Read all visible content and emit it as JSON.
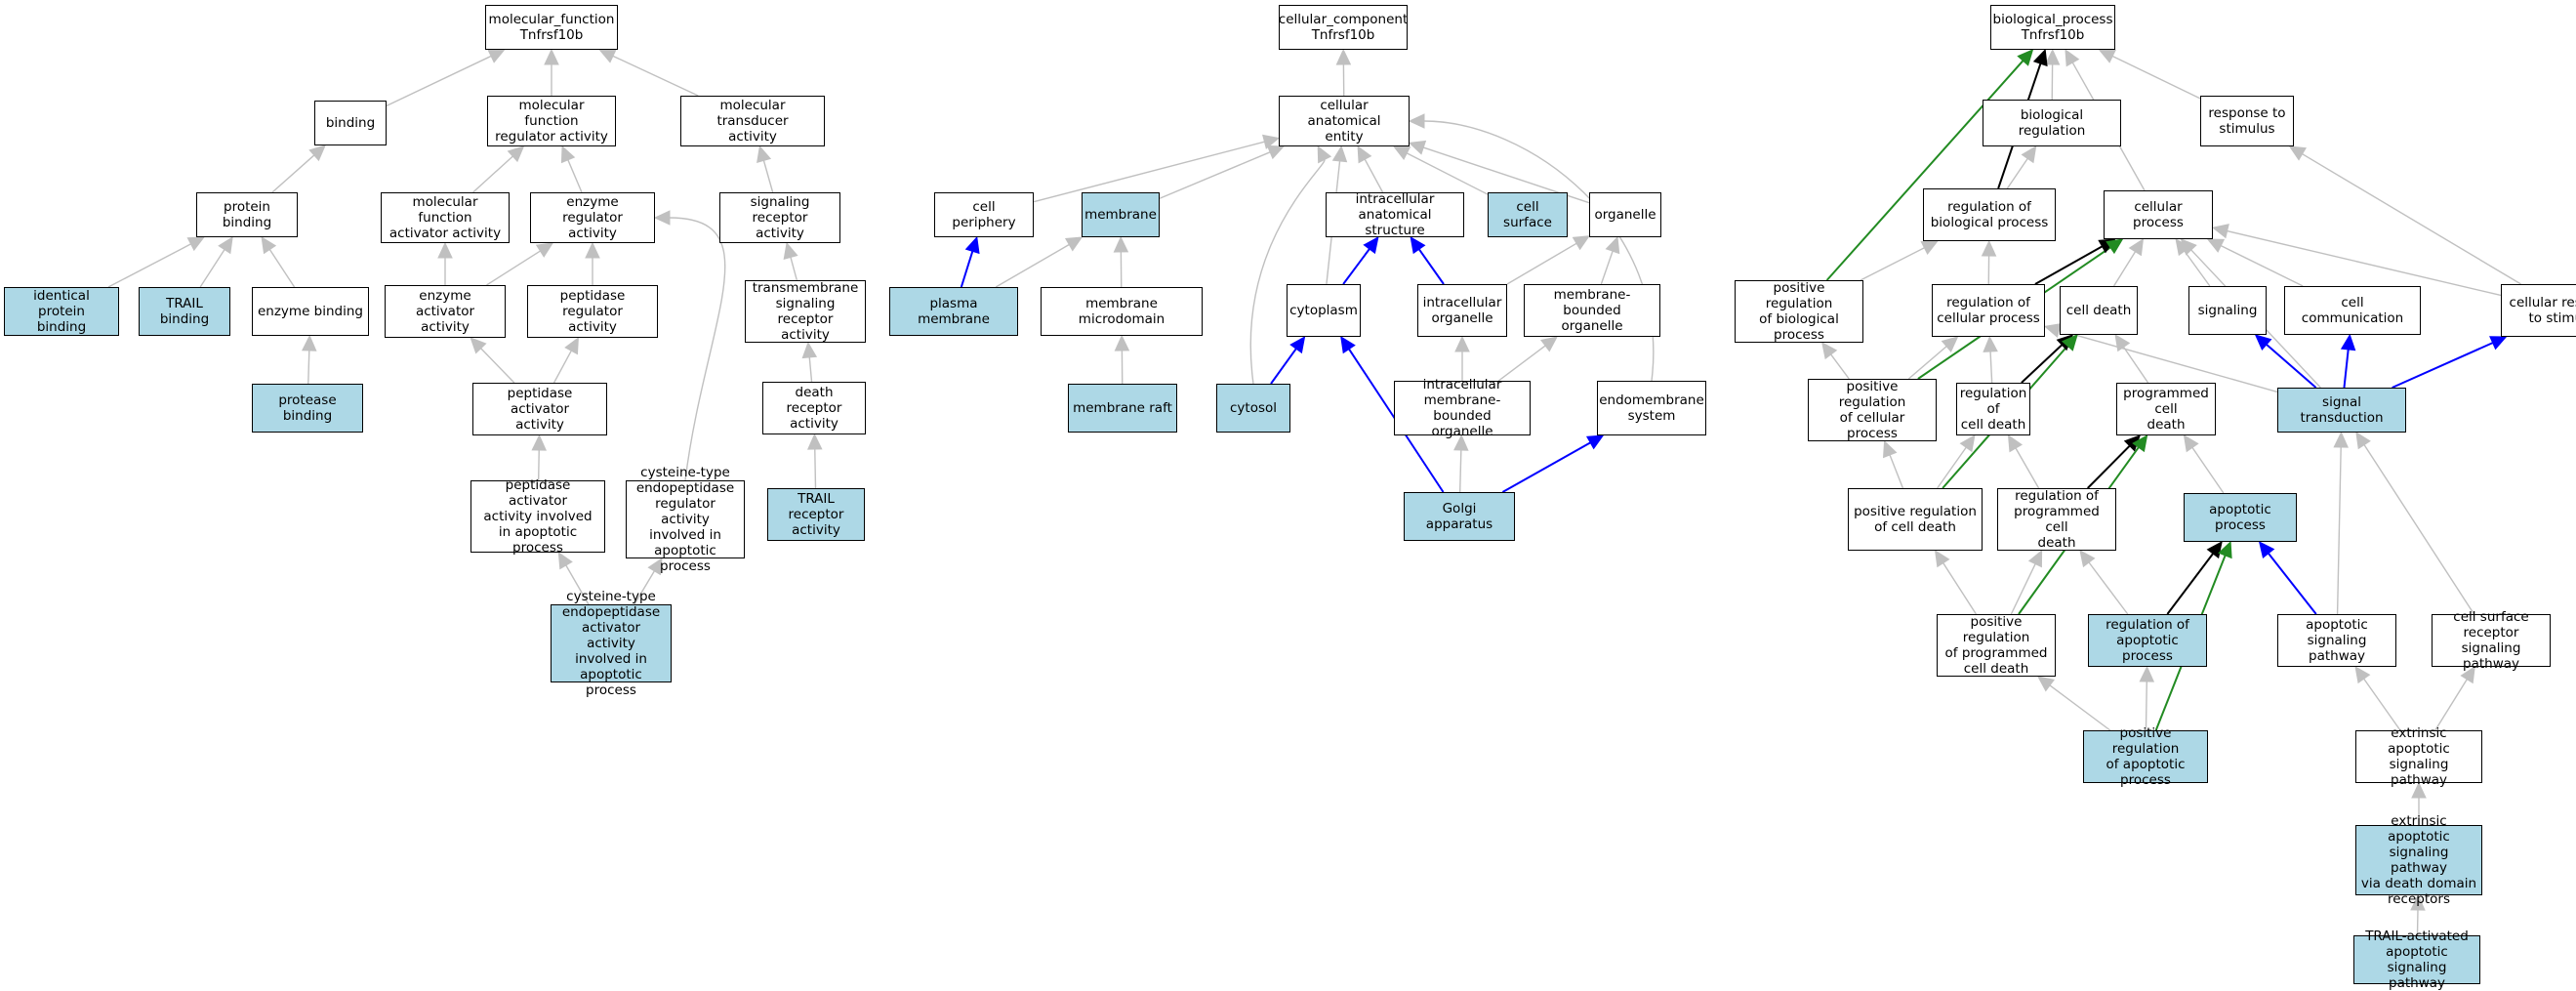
{
  "colors": {
    "highlight_fill": "#add8e6",
    "default_fill": "#ffffff",
    "edge_gray": "#c0c0c0",
    "edge_black": "#000000",
    "edge_blue": "#0000ff",
    "edge_green": "#228b22"
  },
  "nodes": [
    {
      "id": "mf_root",
      "label": "molecular_function\nTnfrsf10b",
      "highlighted": false
    },
    {
      "id": "binding",
      "label": "binding",
      "highlighted": false
    },
    {
      "id": "mf_reg",
      "label": "molecular function\nregulator activity",
      "highlighted": false
    },
    {
      "id": "mol_trans",
      "label": "molecular transducer\nactivity",
      "highlighted": false
    },
    {
      "id": "protein_binding",
      "label": "protein binding",
      "highlighted": false
    },
    {
      "id": "mf_act",
      "label": "molecular function\nactivator activity",
      "highlighted": false
    },
    {
      "id": "enz_reg",
      "label": "enzyme regulator\nactivity",
      "highlighted": false
    },
    {
      "id": "sig_rec",
      "label": "signaling receptor\nactivity",
      "highlighted": false
    },
    {
      "id": "ident_prot",
      "label": "identical protein\nbinding",
      "highlighted": true
    },
    {
      "id": "trail_binding",
      "label": "TRAIL binding",
      "highlighted": true
    },
    {
      "id": "enzyme_binding",
      "label": "enzyme binding",
      "highlighted": false
    },
    {
      "id": "enz_act",
      "label": "enzyme activator\nactivity",
      "highlighted": false
    },
    {
      "id": "pep_reg",
      "label": "peptidase regulator\nactivity",
      "highlighted": false
    },
    {
      "id": "tm_sig_rec",
      "label": "transmembrane\nsignaling receptor\nactivity",
      "highlighted": false
    },
    {
      "id": "protease_binding",
      "label": "protease binding",
      "highlighted": true
    },
    {
      "id": "pep_act",
      "label": "peptidase activator\nactivity",
      "highlighted": false
    },
    {
      "id": "death_rec",
      "label": "death receptor\nactivity",
      "highlighted": false
    },
    {
      "id": "pep_act_apop",
      "label": "peptidase activator\nactivity involved\nin apoptotic\nprocess",
      "highlighted": false
    },
    {
      "id": "cys_reg_apop",
      "label": "cysteine-type\nendopeptidase\nregulator activity\ninvolved in\napoptotic process",
      "highlighted": false
    },
    {
      "id": "trail_rec",
      "label": "TRAIL receptor\nactivity",
      "highlighted": true
    },
    {
      "id": "cys_act_apop",
      "label": "cysteine-type\nendopeptidase\nactivator activity\ninvolved in\napoptotic process",
      "highlighted": true
    },
    {
      "id": "cc_root",
      "label": "cellular_component\nTnfrsf10b",
      "highlighted": false
    },
    {
      "id": "cell_anat",
      "label": "cellular anatomical\nentity",
      "highlighted": false
    },
    {
      "id": "cell_periphery",
      "label": "cell periphery",
      "highlighted": false
    },
    {
      "id": "membrane",
      "label": "membrane",
      "highlighted": true
    },
    {
      "id": "intracell_anat",
      "label": "intracellular\nanatomical structure",
      "highlighted": false
    },
    {
      "id": "cell_surface",
      "label": "cell surface",
      "highlighted": true
    },
    {
      "id": "organelle",
      "label": "organelle",
      "highlighted": false
    },
    {
      "id": "plasma_membrane",
      "label": "plasma membrane",
      "highlighted": true
    },
    {
      "id": "membrane_micro",
      "label": "membrane microdomain",
      "highlighted": false
    },
    {
      "id": "cytoplasm",
      "label": "cytoplasm",
      "highlighted": false
    },
    {
      "id": "intracell_org",
      "label": "intracellular\norganelle",
      "highlighted": false
    },
    {
      "id": "mem_bound_org",
      "label": "membrane-bounded\norganelle",
      "highlighted": false
    },
    {
      "id": "membrane_raft",
      "label": "membrane raft",
      "highlighted": true
    },
    {
      "id": "cytosol",
      "label": "cytosol",
      "highlighted": true
    },
    {
      "id": "intracell_mem_org",
      "label": "intracellular\nmembrane-bounded\norganelle",
      "highlighted": false
    },
    {
      "id": "endomembrane",
      "label": "endomembrane\nsystem",
      "highlighted": false
    },
    {
      "id": "golgi",
      "label": "Golgi apparatus",
      "highlighted": true
    },
    {
      "id": "bp_root",
      "label": "biological_process\nTnfrsf10b",
      "highlighted": false
    },
    {
      "id": "bio_reg",
      "label": "biological regulation",
      "highlighted": false
    },
    {
      "id": "resp_stim",
      "label": "response to\nstimulus",
      "highlighted": false
    },
    {
      "id": "reg_bio_proc",
      "label": "regulation of\nbiological process",
      "highlighted": false
    },
    {
      "id": "cell_proc",
      "label": "cellular process",
      "highlighted": false
    },
    {
      "id": "pos_reg_bio",
      "label": "positive regulation\nof biological\nprocess",
      "highlighted": false
    },
    {
      "id": "reg_cell_proc",
      "label": "regulation of\ncellular process",
      "highlighted": false
    },
    {
      "id": "cell_death",
      "label": "cell death",
      "highlighted": false
    },
    {
      "id": "signaling",
      "label": "signaling",
      "highlighted": false
    },
    {
      "id": "cell_comm",
      "label": "cell communication",
      "highlighted": false
    },
    {
      "id": "cell_resp",
      "label": "cellular response\nto stimulus",
      "highlighted": false
    },
    {
      "id": "pos_reg_cell_proc",
      "label": "positive regulation\nof cellular\nprocess",
      "highlighted": false
    },
    {
      "id": "reg_cell_death",
      "label": "regulation of\ncell death",
      "highlighted": false
    },
    {
      "id": "prog_cell_death",
      "label": "programmed cell\ndeath",
      "highlighted": false
    },
    {
      "id": "sig_trans",
      "label": "signal transduction",
      "highlighted": true
    },
    {
      "id": "pos_reg_cell_death",
      "label": "positive regulation\nof cell death",
      "highlighted": false
    },
    {
      "id": "reg_prog_cell_death",
      "label": "regulation of\nprogrammed cell\ndeath",
      "highlighted": false
    },
    {
      "id": "apop_proc",
      "label": "apoptotic process",
      "highlighted": true
    },
    {
      "id": "pos_reg_prog",
      "label": "positive regulation\nof programmed\ncell death",
      "highlighted": false
    },
    {
      "id": "reg_apop",
      "label": "regulation of\napoptotic process",
      "highlighted": true
    },
    {
      "id": "apop_sig",
      "label": "apoptotic signaling\npathway",
      "highlighted": false
    },
    {
      "id": "cell_surf_rec",
      "label": "cell surface\nreceptor signaling\npathway",
      "highlighted": false
    },
    {
      "id": "pos_reg_apop",
      "label": "positive regulation\nof apoptotic\nprocess",
      "highlighted": true
    },
    {
      "id": "ext_apop",
      "label": "extrinsic apoptotic\nsignaling pathway",
      "highlighted": false
    },
    {
      "id": "ext_apop_dd",
      "label": "extrinsic apoptotic\nsignaling pathway\nvia death domain\nreceptors",
      "highlighted": true
    },
    {
      "id": "trail_apop",
      "label": "TRAIL-activated\napoptotic signaling\npathway",
      "highlighted": true
    }
  ],
  "edges": [
    {
      "from": "binding",
      "to": "mf_root",
      "color": "gray"
    },
    {
      "from": "mf_reg",
      "to": "mf_root",
      "color": "gray"
    },
    {
      "from": "mol_trans",
      "to": "mf_root",
      "color": "gray"
    },
    {
      "from": "protein_binding",
      "to": "binding",
      "color": "gray"
    },
    {
      "from": "mf_act",
      "to": "mf_reg",
      "color": "gray"
    },
    {
      "from": "enz_reg",
      "to": "mf_reg",
      "color": "gray"
    },
    {
      "from": "sig_rec",
      "to": "mol_trans",
      "color": "gray"
    },
    {
      "from": "ident_prot",
      "to": "protein_binding",
      "color": "gray"
    },
    {
      "from": "trail_binding",
      "to": "protein_binding",
      "color": "gray"
    },
    {
      "from": "enzyme_binding",
      "to": "protein_binding",
      "color": "gray"
    },
    {
      "from": "enz_act",
      "to": "mf_act",
      "color": "gray"
    },
    {
      "from": "enz_act",
      "to": "enz_reg",
      "color": "gray"
    },
    {
      "from": "pep_reg",
      "to": "enz_reg",
      "color": "gray"
    },
    {
      "from": "cys_reg_apop",
      "to": "enz_reg",
      "color": "gray",
      "curve": true
    },
    {
      "from": "tm_sig_rec",
      "to": "sig_rec",
      "color": "gray"
    },
    {
      "from": "protease_binding",
      "to": "enzyme_binding",
      "color": "gray"
    },
    {
      "from": "pep_act",
      "to": "enz_act",
      "color": "gray"
    },
    {
      "from": "pep_act",
      "to": "pep_reg",
      "color": "gray"
    },
    {
      "from": "death_rec",
      "to": "tm_sig_rec",
      "color": "gray"
    },
    {
      "from": "pep_act_apop",
      "to": "pep_act",
      "color": "gray"
    },
    {
      "from": "trail_rec",
      "to": "death_rec",
      "color": "gray"
    },
    {
      "from": "cys_act_apop",
      "to": "pep_act_apop",
      "color": "gray"
    },
    {
      "from": "cys_act_apop",
      "to": "cys_reg_apop",
      "color": "gray"
    },
    {
      "from": "cell_anat",
      "to": "cc_root",
      "color": "gray"
    },
    {
      "from": "cell_periphery",
      "to": "cell_anat",
      "color": "gray"
    },
    {
      "from": "membrane",
      "to": "cell_anat",
      "color": "gray"
    },
    {
      "from": "intracell_anat",
      "to": "cell_anat",
      "color": "gray"
    },
    {
      "from": "cell_surface",
      "to": "cell_anat",
      "color": "gray"
    },
    {
      "from": "organelle",
      "to": "cell_anat",
      "color": "gray"
    },
    {
      "from": "cytoplasm",
      "to": "cell_anat",
      "color": "gray"
    },
    {
      "from": "cytosol",
      "to": "cell_anat",
      "color": "gray",
      "curve": true
    },
    {
      "from": "endomembrane",
      "to": "cell_anat",
      "color": "gray",
      "curve": true
    },
    {
      "from": "plasma_membrane",
      "to": "cell_periphery",
      "color": "blue"
    },
    {
      "from": "plasma_membrane",
      "to": "membrane",
      "color": "gray"
    },
    {
      "from": "membrane_micro",
      "to": "membrane",
      "color": "gray"
    },
    {
      "from": "cytoplasm",
      "to": "intracell_anat",
      "color": "blue"
    },
    {
      "from": "intracell_org",
      "to": "intracell_anat",
      "color": "blue"
    },
    {
      "from": "intracell_org",
      "to": "organelle",
      "color": "gray"
    },
    {
      "from": "mem_bound_org",
      "to": "organelle",
      "color": "gray"
    },
    {
      "from": "membrane_raft",
      "to": "membrane_micro",
      "color": "gray"
    },
    {
      "from": "cytosol",
      "to": "cytoplasm",
      "color": "blue"
    },
    {
      "from": "intracell_mem_org",
      "to": "intracell_org",
      "color": "gray"
    },
    {
      "from": "intracell_mem_org",
      "to": "mem_bound_org",
      "color": "gray"
    },
    {
      "from": "golgi",
      "to": "intracell_mem_org",
      "color": "gray"
    },
    {
      "from": "golgi",
      "to": "cytoplasm",
      "color": "blue"
    },
    {
      "from": "golgi",
      "to": "endomembrane",
      "color": "blue"
    },
    {
      "from": "bio_reg",
      "to": "bp_root",
      "color": "gray"
    },
    {
      "from": "resp_stim",
      "to": "bp_root",
      "color": "gray"
    },
    {
      "from": "cell_proc",
      "to": "bp_root",
      "color": "gray"
    },
    {
      "from": "reg_bio_proc",
      "to": "bp_root",
      "color": "black"
    },
    {
      "from": "pos_reg_bio",
      "to": "bp_root",
      "color": "green"
    },
    {
      "from": "reg_bio_proc",
      "to": "bio_reg",
      "color": "gray"
    },
    {
      "from": "cell_resp",
      "to": "resp_stim",
      "color": "gray"
    },
    {
      "from": "pos_reg_bio",
      "to": "reg_bio_proc",
      "color": "gray"
    },
    {
      "from": "reg_cell_proc",
      "to": "reg_bio_proc",
      "color": "gray"
    },
    {
      "from": "reg_cell_proc",
      "to": "cell_proc",
      "color": "black"
    },
    {
      "from": "cell_death",
      "to": "cell_proc",
      "color": "gray"
    },
    {
      "from": "signaling",
      "to": "cell_proc",
      "color": "gray"
    },
    {
      "from": "cell_comm",
      "to": "cell_proc",
      "color": "gray"
    },
    {
      "from": "cell_resp",
      "to": "cell_proc",
      "color": "gray"
    },
    {
      "from": "sig_trans",
      "to": "cell_proc",
      "color": "gray"
    },
    {
      "from": "pos_reg_cell_proc",
      "to": "cell_proc",
      "color": "green"
    },
    {
      "from": "pos_reg_cell_proc",
      "to": "pos_reg_bio",
      "color": "gray"
    },
    {
      "from": "pos_reg_cell_proc",
      "to": "reg_cell_proc",
      "color": "gray"
    },
    {
      "from": "reg_cell_death",
      "to": "reg_cell_proc",
      "color": "gray"
    },
    {
      "from": "reg_cell_death",
      "to": "cell_death",
      "color": "black"
    },
    {
      "from": "prog_cell_death",
      "to": "cell_death",
      "color": "gray"
    },
    {
      "from": "sig_trans",
      "to": "reg_cell_proc",
      "color": "gray"
    },
    {
      "from": "sig_trans",
      "to": "signaling",
      "color": "blue"
    },
    {
      "from": "sig_trans",
      "to": "cell_comm",
      "color": "blue"
    },
    {
      "from": "sig_trans",
      "to": "cell_resp",
      "color": "blue"
    },
    {
      "from": "pos_reg_cell_death",
      "to": "pos_reg_cell_proc",
      "color": "gray"
    },
    {
      "from": "pos_reg_cell_death",
      "to": "reg_cell_death",
      "color": "gray"
    },
    {
      "from": "pos_reg_cell_death",
      "to": "cell_death",
      "color": "green"
    },
    {
      "from": "reg_prog_cell_death",
      "to": "reg_cell_death",
      "color": "gray"
    },
    {
      "from": "reg_prog_cell_death",
      "to": "prog_cell_death",
      "color": "black"
    },
    {
      "from": "apop_proc",
      "to": "prog_cell_death",
      "color": "gray"
    },
    {
      "from": "pos_reg_prog",
      "to": "pos_reg_cell_death",
      "color": "gray"
    },
    {
      "from": "pos_reg_prog",
      "to": "reg_prog_cell_death",
      "color": "gray"
    },
    {
      "from": "pos_reg_prog",
      "to": "prog_cell_death",
      "color": "green"
    },
    {
      "from": "reg_apop",
      "to": "reg_prog_cell_death",
      "color": "gray"
    },
    {
      "from": "reg_apop",
      "to": "apop_proc",
      "color": "black"
    },
    {
      "from": "apop_sig",
      "to": "apop_proc",
      "color": "blue"
    },
    {
      "from": "apop_sig",
      "to": "sig_trans",
      "color": "gray"
    },
    {
      "from": "cell_surf_rec",
      "to": "sig_trans",
      "color": "gray"
    },
    {
      "from": "pos_reg_apop",
      "to": "pos_reg_prog",
      "color": "gray"
    },
    {
      "from": "pos_reg_apop",
      "to": "reg_apop",
      "color": "gray"
    },
    {
      "from": "pos_reg_apop",
      "to": "apop_proc",
      "color": "green"
    },
    {
      "from": "ext_apop",
      "to": "apop_sig",
      "color": "gray"
    },
    {
      "from": "ext_apop",
      "to": "cell_surf_rec",
      "color": "gray"
    },
    {
      "from": "ext_apop_dd",
      "to": "ext_apop",
      "color": "gray"
    },
    {
      "from": "trail_apop",
      "to": "ext_apop_dd",
      "color": "gray"
    }
  ]
}
